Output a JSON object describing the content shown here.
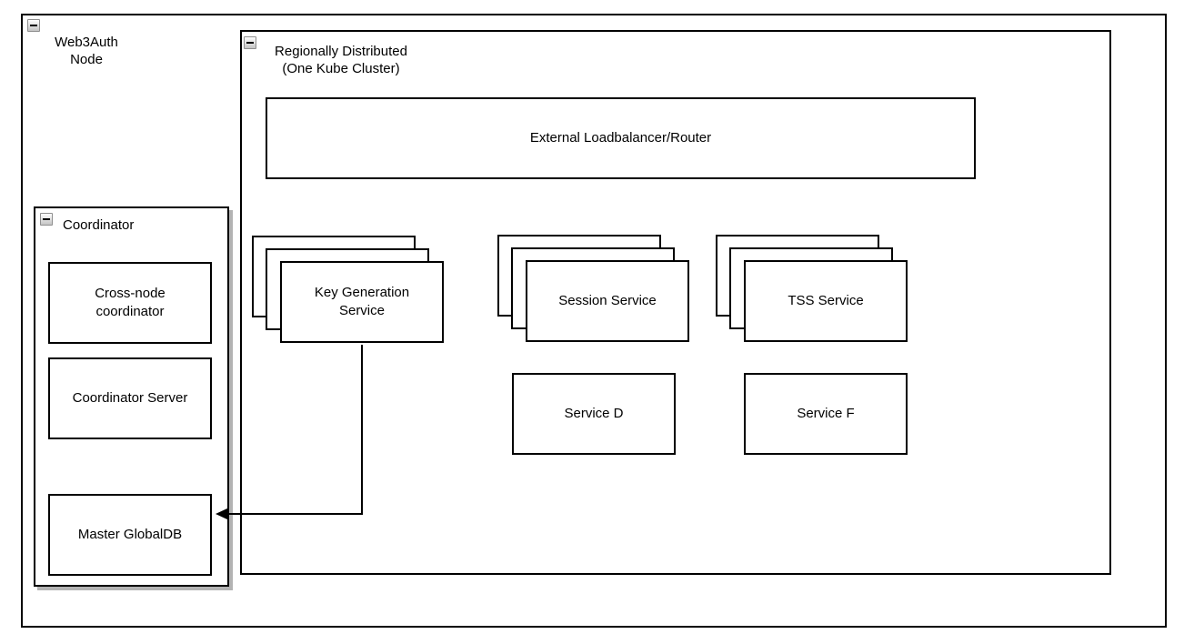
{
  "diagram": {
    "web3auth_container": {
      "label": "Web3Auth\nNode",
      "collapse_icon": "minus"
    },
    "regional_container": {
      "label": "Regionally Distributed\n(One Kube Cluster)",
      "collapse_icon": "minus"
    },
    "coordinator_container": {
      "label": "Coordinator",
      "collapse_icon": "minus",
      "boxes": {
        "cross_node_coordinator": {
          "label": "Cross-node\ncoordinator"
        },
        "coordinator_server": {
          "label": "Coordinator Server"
        },
        "master_globaldb": {
          "label": "Master GlobalDB"
        }
      }
    },
    "regional_boxes": {
      "external_loadbalancer": {
        "label": "External Loadbalancer/Router"
      },
      "key_generation_service": {
        "label": "Key Generation\nService",
        "replicas": 3
      },
      "session_service": {
        "label": "Session Service",
        "replicas": 3
      },
      "tss_service": {
        "label": "TSS Service",
        "replicas": 3
      },
      "service_d": {
        "label": "Service D"
      },
      "service_f": {
        "label": "Service F"
      }
    },
    "edges": [
      {
        "from": "Key Generation Service",
        "to": "Master GlobalDB",
        "style": "orthogonal",
        "arrow": "target"
      }
    ]
  },
  "colors": {
    "border": "#000000",
    "fill": "#ffffff",
    "shadow": "#b3b3b3",
    "collapse_icon_border": "#8f8f8f"
  }
}
